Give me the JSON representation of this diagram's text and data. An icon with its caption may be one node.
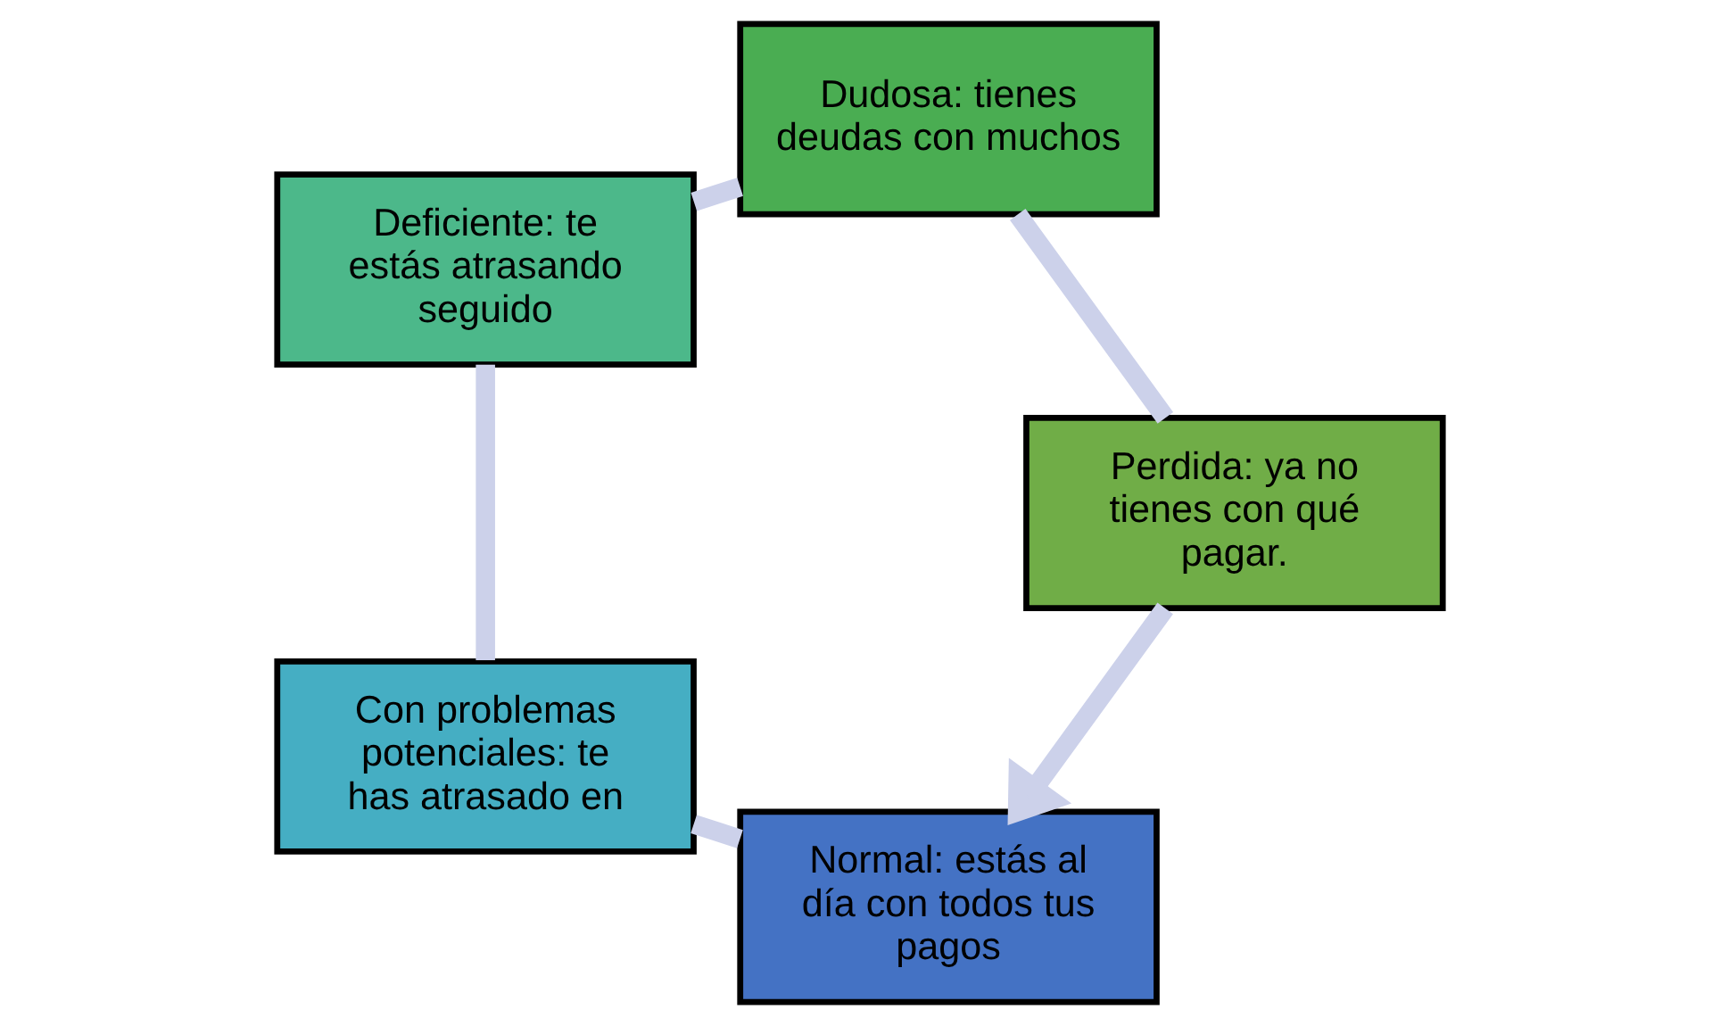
{
  "diagram": {
    "nodes": [
      {
        "text": [
          "Normal: estás al día con todos tus pagos"
        ]
      },
      {
        "text": [
          "Con problemas potenciales: te has atrasado en"
        ]
      },
      {
        "text": [
          "Deficiente: te estás atrasando seguido"
        ]
      },
      {
        "text": [
          "Dudosa: tienes deudas con muchos"
        ]
      },
      {
        "text": [
          "Perdida: ya no tienes con qué pagar."
        ]
      }
    ],
    "edges": [
      {
        "from": 0,
        "to": 1,
        "arrow": "none"
      },
      {
        "from": 1,
        "to": 2,
        "arrow": "none"
      },
      {
        "from": 2,
        "to": 3,
        "arrow": "none"
      },
      {
        "from": 3,
        "to": 4,
        "arrow": "none"
      },
      {
        "from": 4,
        "to": 0,
        "arrow": "to"
      }
    ]
  }
}
